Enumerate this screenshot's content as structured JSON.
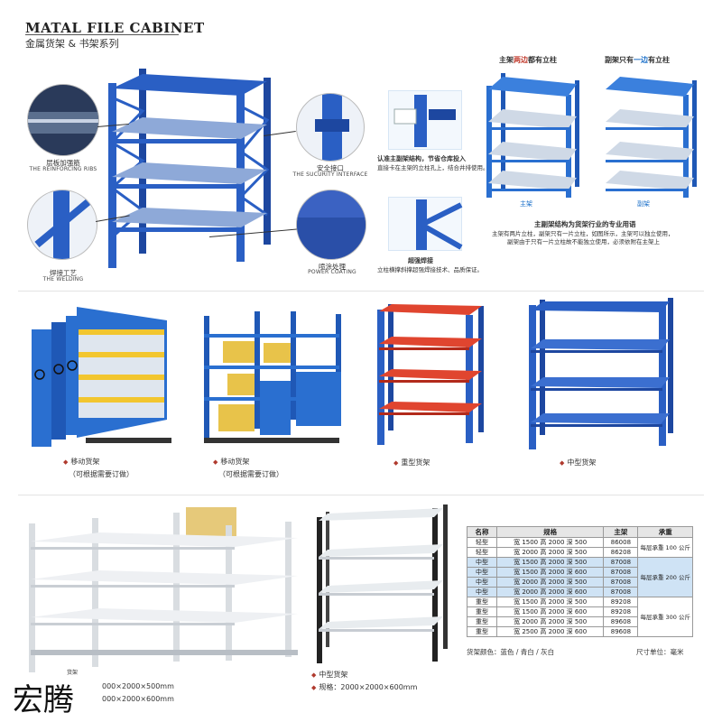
{
  "header": {
    "title_en": "MATAL FILE CABINET",
    "title_cn": "金属货架 & 书架系列"
  },
  "callouts": {
    "ribs_cn": "层板加强筋",
    "ribs_en": "THE REINFORCING RIBS",
    "interface_cn": "安全接口",
    "interface_en": "THE SUCURITY INTERFACE",
    "welding_cn": "焊接工艺",
    "welding_en": "THE WELDING",
    "coating_cn": "喷涂处理",
    "coating_en": "POWER COATING"
  },
  "structure": {
    "desc1_title": "认准主副架结构，节省仓库投入",
    "desc1_body": "直接卡在主架的立柱孔上，结合井排使用。",
    "desc2_title": "超强焊接",
    "desc2_body": "立柱横撑斜撑超强焊接技术、品质保证。",
    "main_heading_a": "主架",
    "main_heading_b": "两边",
    "main_heading_c": "都有立柱",
    "sub_heading_a": "副架只有",
    "sub_heading_b": "一边",
    "sub_heading_c": "有立柱",
    "main_label": "主架",
    "sub_label": "副架",
    "term_title": "主副架结构为货架行业的专业用语",
    "term_body1": "主架有两片立柱，副架只有一片立柱，如图所示，主架可以独立使用，",
    "term_body2": "副架由于只有一片立柱故不能独立使用，必须依附在主架上"
  },
  "products": {
    "mobile1_name": "移动货架",
    "mobile1_note": "（可根据需要订做）",
    "mobile2_name": "移动货架",
    "mobile2_note": "（可根据需要订做）",
    "heavy_name": "重型货架",
    "medium_name": "中型货架"
  },
  "bottom": {
    "left_label_frag": "货架",
    "left_size1": "000×2000×500mm",
    "left_size2": "000×2000×600mm",
    "mid_name": "中型货架",
    "mid_spec": "规格：2000×2000×600mm"
  },
  "spec_table": {
    "headers": [
      "名称",
      "规格",
      "主架",
      "承重"
    ],
    "rows": [
      {
        "name": "轻型",
        "spec": "宽 1500 高 2000 深 500",
        "code": "86008"
      },
      {
        "name": "轻型",
        "spec": "宽 2000 高 2000 深 500",
        "code": "86208"
      },
      {
        "name": "中型",
        "spec": "宽 1500 高 2000 深 500",
        "code": "87008"
      },
      {
        "name": "中型",
        "spec": "宽 1500 高 2000 深 600",
        "code": "87008"
      },
      {
        "name": "中型",
        "spec": "宽 2000 高 2000 深 500",
        "code": "87008"
      },
      {
        "name": "中型",
        "spec": "宽 2000 高 2000 深 600",
        "code": "87008"
      },
      {
        "name": "重型",
        "spec": "宽 1500 高 2000 深 500",
        "code": "89208"
      },
      {
        "name": "重型",
        "spec": "宽 1500 高 2000 深 600",
        "code": "89208"
      },
      {
        "name": "重型",
        "spec": "宽 2000 高 2000 深 500",
        "code": "89608"
      },
      {
        "name": "重型",
        "spec": "宽 2500 高 2000 深 600",
        "code": "89608"
      }
    ],
    "load_light": "每层承重 100 公斤",
    "load_medium": "每层承重 200 公斤",
    "load_heavy": "每层承重 300 公斤",
    "colors": "货架颜色：蓝色 / 青白 / 灰白",
    "unit": "尺寸单位：毫米"
  },
  "watermark": "宏腾",
  "colors": {
    "blue": "#2a5fc4",
    "blue_dark": "#1d47a0",
    "red": "#e0452f",
    "white_shelf": "#e8ecef",
    "yellow": "#f2c62f"
  }
}
